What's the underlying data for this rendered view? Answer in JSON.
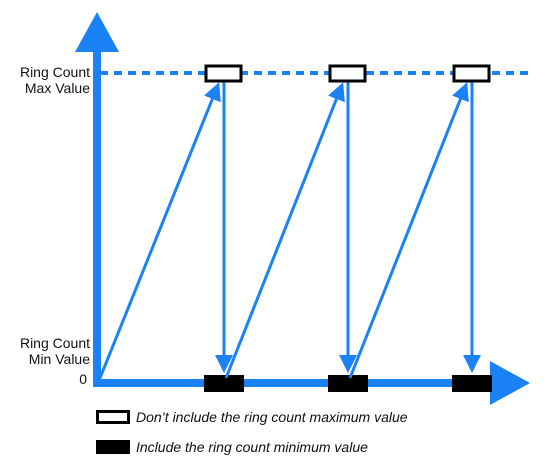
{
  "axis_labels": {
    "max_line1": "Ring Count",
    "max_line2": "Max Value",
    "min_line1": "Ring Count",
    "min_line2": "Min Value",
    "zero": "0"
  },
  "legend": [
    {
      "style": "open",
      "text": "Don’t include the ring count maximum value"
    },
    {
      "style": "filled",
      "text": "Include the ring count minimum value"
    }
  ],
  "colors": {
    "arrow": "#1a82f5",
    "marker": "#000000"
  },
  "cycles": 3
}
